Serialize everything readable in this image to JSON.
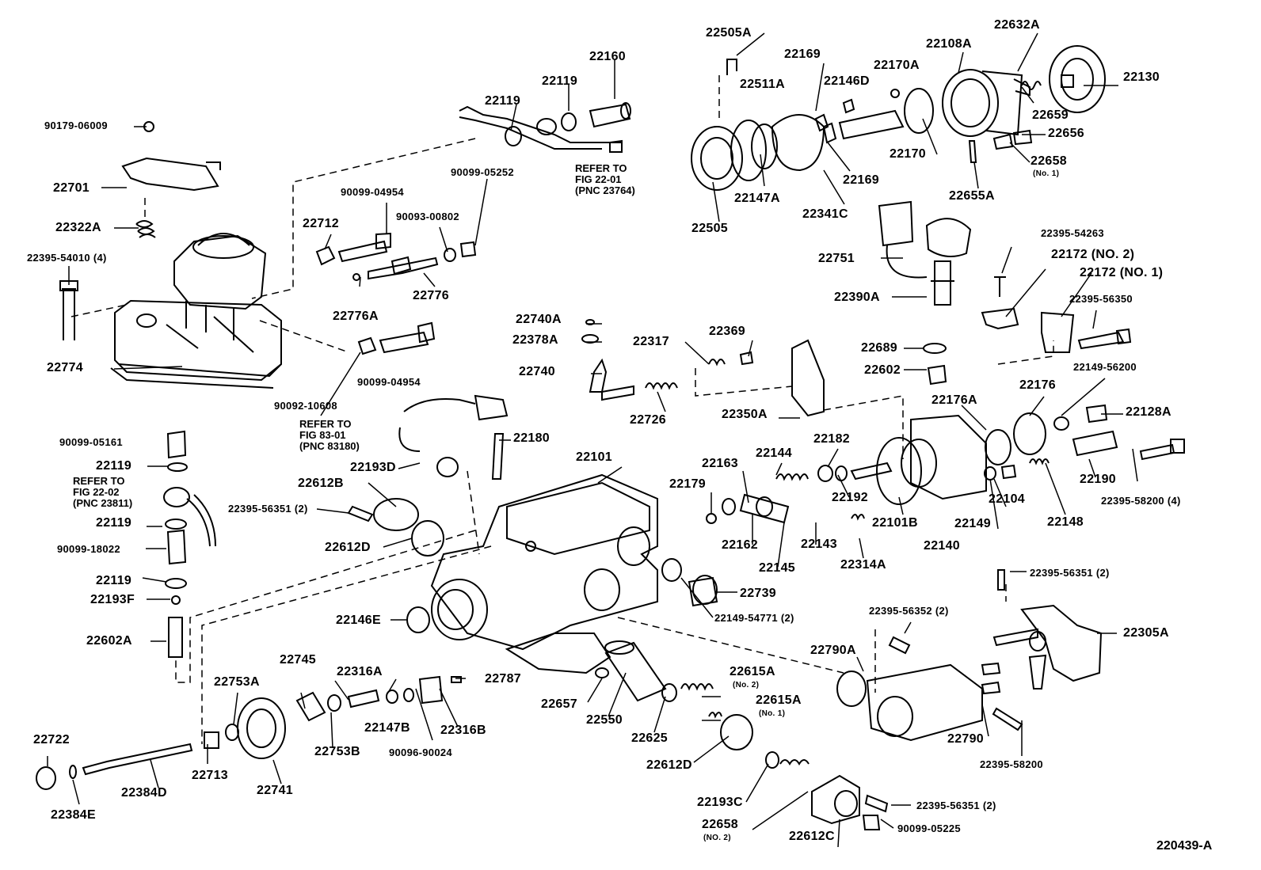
{
  "figure_id": "220439-A",
  "parts": {
    "p22505A": "22505A",
    "p22169a": "22169",
    "p22108A": "22108A",
    "p22632A": "22632A",
    "p22511A": "22511A",
    "p22170A": "22170A",
    "p22146D": "22146D",
    "p22130": "22130",
    "p22659": "22659",
    "p22656": "22656",
    "p22170": "22170",
    "p22658": "22658",
    "p22658no1": "(No. 1)",
    "p22169b": "22169",
    "p22147A": "22147A",
    "p22341C": "22341C",
    "p22655A": "22655A",
    "p22505": "22505",
    "p22160": "22160",
    "p22119a": "22119",
    "p22119b": "22119",
    "p9017906009": "90179-06009",
    "p22701": "22701",
    "p22322A": "22322A",
    "p2239554010": "22395-54010 (4)",
    "p22774": "22774",
    "p9009904954a": "90099-04954",
    "p9009905252": "90099-05252",
    "p22712": "22712",
    "p9009300802": "90093-00802",
    "p22776A": "22776A",
    "p22776": "22776",
    "p9009210608": "90092-10608",
    "p9009904954b": "90099-04954",
    "p2239554263": "22395-54263",
    "p22172no2": "22172 (NO. 2)",
    "p22172no1": "22172 (NO. 1)",
    "p22751": "22751",
    "p22390A": "22390A",
    "p2239556350": "22395-56350",
    "p22740A": "22740A",
    "p22378A": "22378A",
    "p22317": "22317",
    "p22369": "22369",
    "p22740": "22740",
    "p22726": "22726",
    "p22350A": "22350A",
    "p22689": "22689",
    "p22602": "22602",
    "p2214956200": "22149-56200",
    "p22176A": "22176A",
    "p22176": "22176",
    "p22128A": "22128A",
    "p9009905161": "90099-05161",
    "p22119c": "22119",
    "p22119d": "22119",
    "p9009918022": "90099-18022",
    "p22119e": "22119",
    "p22193F": "22193F",
    "p22602A": "22602A",
    "p22180": "22180",
    "p22101": "22101",
    "p22193D": "22193D",
    "p22612B": "22612B",
    "p2239556351a": "22395-56351 (2)",
    "p22612D": "22612D",
    "p22163": "22163",
    "p22144": "22144",
    "p22182": "22182",
    "p22179": "22179",
    "p22192": "22192",
    "p22101B": "22101B",
    "p22104": "22104",
    "p22190": "22190",
    "p2239558200_4": "22395-58200 (4)",
    "p22162": "22162",
    "p22143": "22143",
    "p22149": "22149",
    "p22148": "22148",
    "p22140": "22140",
    "p22145": "22145",
    "p22314A": "22314A",
    "p22739": "22739",
    "p2214954771": "22149-54771 (2)",
    "p2239556351b": "22395-56351 (2)",
    "p22305A": "22305A",
    "p2239556352": "22395-56352 (2)",
    "p22146E": "22146E",
    "p22790A": "22790A",
    "p22745": "22745",
    "p22316A": "22316A",
    "p22787": "22787",
    "p22753A": "22753A",
    "p22615A_no2": "22615A",
    "p_no2a": "(No. 2)",
    "p22615A_no1": "22615A",
    "p_no1": "(No. 1)",
    "p22657": "22657",
    "p22147B": "22147B",
    "p22316B": "22316B",
    "p22550": "22550",
    "p22625": "22625",
    "p22790": "22790",
    "p22722": "22722",
    "p22753B": "22753B",
    "p9009690024": "90096-90024",
    "p22713": "22713",
    "p22612D2": "22612D",
    "p2239558200": "22395-58200",
    "p22384D": "22384D",
    "p22741": "22741",
    "p22193C": "22193C",
    "p22384E": "22384E",
    "p22658b": "22658",
    "p_no2b": "(NO. 2)",
    "p2239556351c": "22395-56351 (2)",
    "p22612C": "22612C",
    "p9009905225": "90099-05225"
  },
  "refs": {
    "r1": "REFER TO\nFIG 22-01\n(PNC 23764)",
    "r2": "REFER TO\nFIG 83-01\n(PNC 83180)",
    "r3": "REFER TO\nFIG 22-02\n(PNC 23811)"
  }
}
